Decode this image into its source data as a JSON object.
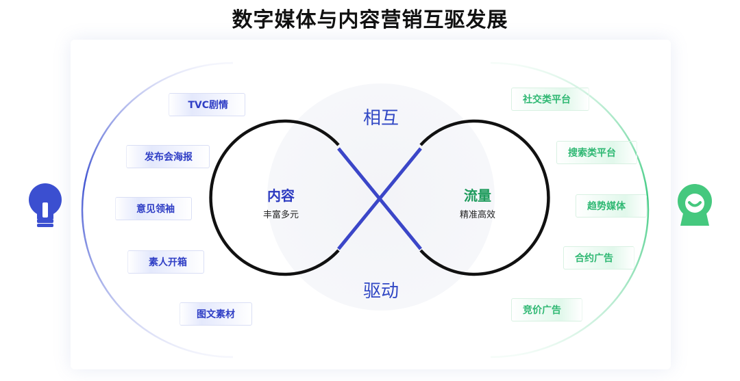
{
  "title": "数字媒体与内容营销互驱发展",
  "center": {
    "top_word": "相互",
    "bottom_word": "驱动"
  },
  "left_loop": {
    "title": "内容",
    "subtitle": "丰富多元"
  },
  "right_loop": {
    "title": "流量",
    "subtitle": "精准高效"
  },
  "content_tags": [
    "TVC剧情",
    "发布会海报",
    "意见领袖",
    "素人开箱",
    "图文素材"
  ],
  "traffic_tags": [
    "社交类平台",
    "搜索类平台",
    "趋势媒体",
    "合约广告",
    "竞价广告"
  ],
  "icons": {
    "left": "lightbulb-icon",
    "right": "smiling-face-icon"
  },
  "colors": {
    "blue": "#3b4fd0",
    "green": "#3ac97e",
    "dark": "#111111"
  }
}
